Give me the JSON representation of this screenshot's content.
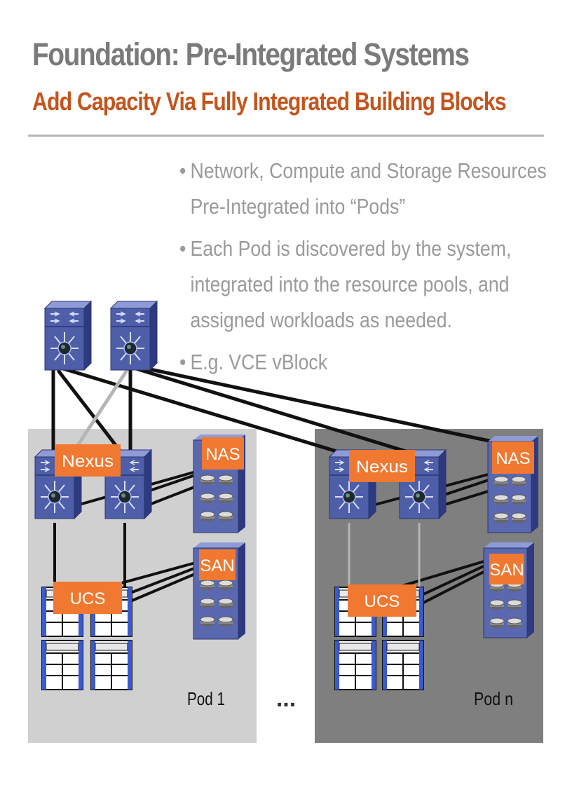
{
  "header": {
    "title": "Foundation: Pre-Integrated Systems",
    "subtitle": "Add Capacity Via Fully Integrated Building Blocks"
  },
  "bullets": [
    {
      "text": "Network, Compute and Storage Resources Pre-Integrated into “Pods”"
    },
    {
      "text": "Each Pod is discovered by the system, integrated into the resource pools, and assigned workloads as needed."
    },
    {
      "text": "E.g. VCE vBlock"
    }
  ],
  "diagram": {
    "pods": [
      {
        "label": "Pod 1",
        "switch_label": "Nexus",
        "compute_label": "UCS",
        "nas_label": "NAS",
        "san_label": "SAN",
        "background": "#d0d0d0"
      },
      {
        "label": "Pod n",
        "switch_label": "Nexus",
        "compute_label": "UCS",
        "nas_label": "NAS",
        "san_label": "SAN",
        "background": "#7f7f7f"
      }
    ],
    "ellipsis": "...",
    "colors": {
      "label_orange": "#f07830",
      "device_blue": "#4e5ea8",
      "link": "#111111"
    }
  }
}
